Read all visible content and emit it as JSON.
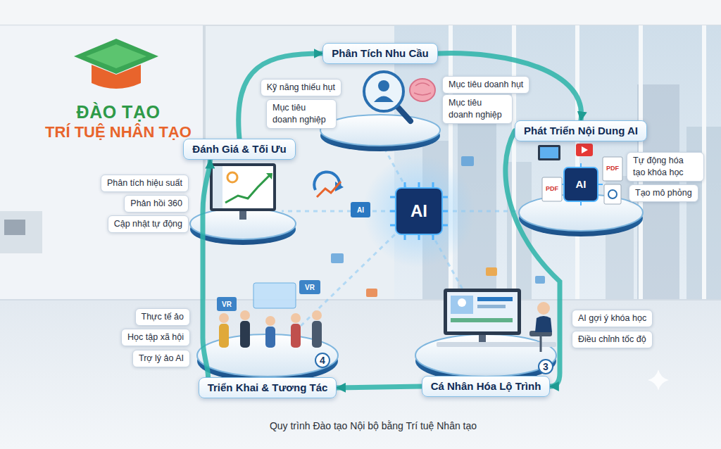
{
  "diagram": {
    "caption": "Quy trình Đào tạo Nội bộ bằng Trí tuệ Nhân tạo",
    "nodes": [
      {
        "text": [
          "Phân Tích Nhu Cầu"
        ]
      },
      {
        "text": [
          "Phát Triển Nội Dung AI"
        ]
      },
      {
        "text": [
          "Cá Nhân Hóa Lộ Trình"
        ]
      },
      {
        "text": [
          "Triển Khai & Tương Tác"
        ]
      },
      {
        "text": [
          "Đánh Giá & Tối Ưu"
        ]
      },
      {
        "text": [
          "Kỹ năng thiếu hụt"
        ]
      },
      {
        "text": [
          "Mục tiêu doanh nghiệp"
        ]
      },
      {
        "text": [
          "Mục tiêu doanh hụt"
        ]
      },
      {
        "text": [
          "Mục tiêu doanh nghiệp"
        ]
      },
      {
        "text": [
          "Tự động hóa tạo khóa học"
        ]
      },
      {
        "text": [
          "Tạo mô phỏng"
        ]
      },
      {
        "text": [
          "AI gợi ý khóa học"
        ]
      },
      {
        "text": [
          "Điều chỉnh tốc độ"
        ]
      },
      {
        "text": [
          "Thực tế ảo"
        ]
      },
      {
        "text": [
          "Học tập xã hội"
        ]
      },
      {
        "text": [
          "Trợ lý ảo AI"
        ]
      },
      {
        "text": [
          "Phân tích hiệu suất"
        ]
      },
      {
        "text": [
          "Phản hồi 360"
        ]
      },
      {
        "text": [
          "Cập nhật tự động"
        ]
      }
    ],
    "edges": [
      {
        "from": 0,
        "to": 1,
        "arrow": "to"
      },
      {
        "from": 1,
        "to": 2,
        "arrow": "to"
      },
      {
        "from": 2,
        "to": 3,
        "arrow": "to"
      },
      {
        "from": 3,
        "to": 4,
        "arrow": "to"
      },
      {
        "from": 4,
        "to": 0,
        "arrow": "to"
      }
    ],
    "labels": [
      "ĐÀO TẠO",
      "TRÍ TUỆ NHÂN TẠO",
      "AI",
      "AI",
      "PDF",
      "PDF",
      "3",
      "4",
      "VR",
      "VR",
      "AI"
    ]
  }
}
